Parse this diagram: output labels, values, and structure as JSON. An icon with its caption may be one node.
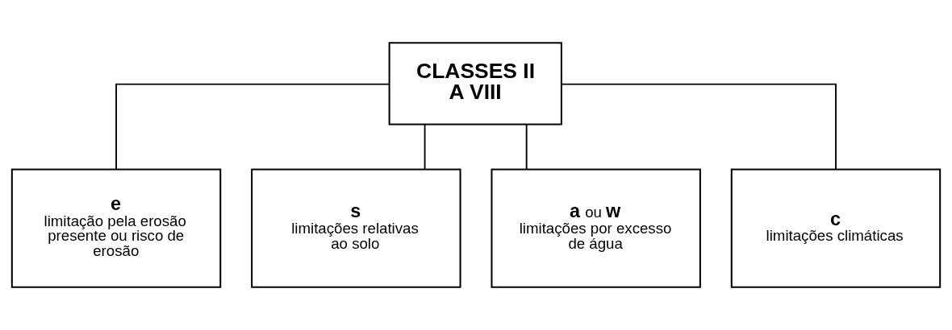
{
  "diagram": {
    "nodes": [
      {
        "text": [
          "CLASSES II A VIII"
        ]
      },
      {
        "text": [
          "e",
          "limitação pela erosão presente ou risco de erosão"
        ]
      },
      {
        "text": [
          "s",
          "limitações relativas ao solo"
        ]
      },
      {
        "text": [
          "**a** ou **w**",
          "limitações por excesso de água"
        ]
      },
      {
        "text": [
          "c",
          "limitações climáticas"
        ]
      }
    ],
    "edges": [
      {
        "from": 0,
        "to": 1,
        "arrow": "none"
      },
      {
        "from": 0,
        "to": 2,
        "arrow": "none"
      },
      {
        "from": 0,
        "to": 3,
        "arrow": "none"
      },
      {
        "from": 0,
        "to": 4,
        "arrow": "none"
      }
    ]
  }
}
